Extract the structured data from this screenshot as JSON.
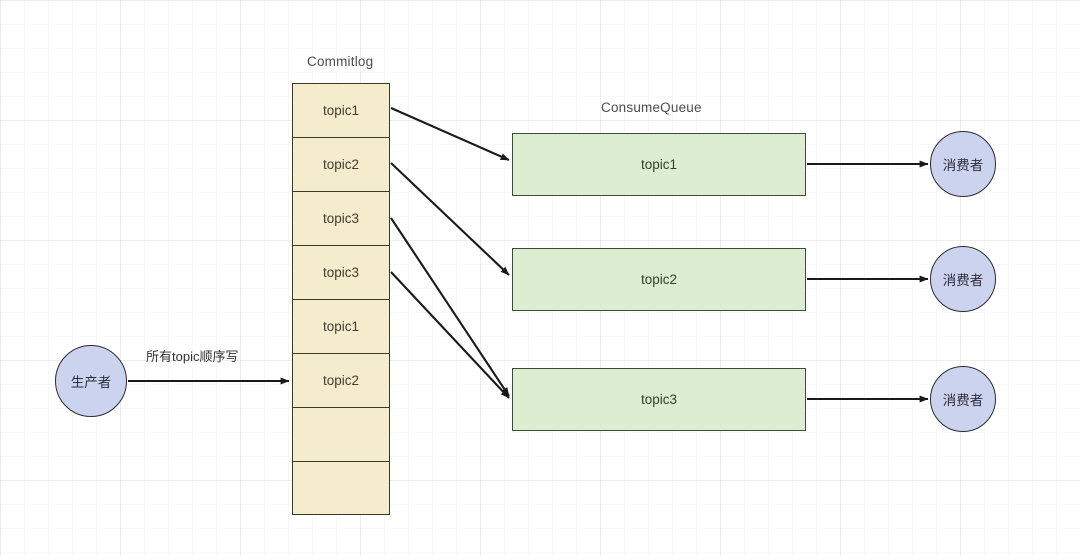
{
  "diagram": {
    "type": "rocketmq-storage-architecture",
    "background": "grid-paper",
    "colors": {
      "commitlog_fill": "#f5eccd",
      "commitlog_stroke": "#3a3a28",
      "consumequeue_fill": "#dcedd2",
      "consumequeue_stroke": "#3d4b3a",
      "circle_fill": "#ccd3ee",
      "circle_stroke": "#2c2c32",
      "arrow_stroke": "#1a1a1a",
      "grid_line": "#e8e8e8"
    }
  },
  "labels": {
    "commitlog_title": "Commitlog",
    "consumequeue_title": "ConsumeQueue",
    "producer_edge": "所有topic顺序写"
  },
  "producer": {
    "label": "生产者"
  },
  "commitlog": {
    "title": "Commitlog",
    "cells": [
      {
        "label": "topic1"
      },
      {
        "label": "topic2"
      },
      {
        "label": "topic3"
      },
      {
        "label": "topic3"
      },
      {
        "label": "topic1"
      },
      {
        "label": "topic2"
      },
      {
        "label": ""
      },
      {
        "label": ""
      }
    ]
  },
  "consume_queues": {
    "title": "ConsumeQueue",
    "boxes": [
      {
        "label": "topic1"
      },
      {
        "label": "topic2"
      },
      {
        "label": "topic3"
      }
    ]
  },
  "consumers": [
    {
      "label": "消费者"
    },
    {
      "label": "消费者"
    },
    {
      "label": "消费者"
    }
  ],
  "connections": [
    {
      "from": "commitlog-cell-0",
      "to": "consumequeue-topic1"
    },
    {
      "from": "commitlog-cell-4",
      "to": "consumequeue-topic1"
    },
    {
      "from": "commitlog-cell-1",
      "to": "consumequeue-topic2"
    },
    {
      "from": "commitlog-cell-5",
      "to": "consumequeue-topic2"
    },
    {
      "from": "commitlog-cell-2",
      "to": "consumequeue-topic3"
    },
    {
      "from": "commitlog-cell-3",
      "to": "consumequeue-topic3"
    },
    {
      "from": "producer",
      "to": "commitlog",
      "label": "所有topic顺序写"
    },
    {
      "from": "consumequeue-topic1",
      "to": "consumer-0"
    },
    {
      "from": "consumequeue-topic2",
      "to": "consumer-1"
    },
    {
      "from": "consumequeue-topic3",
      "to": "consumer-2"
    }
  ]
}
